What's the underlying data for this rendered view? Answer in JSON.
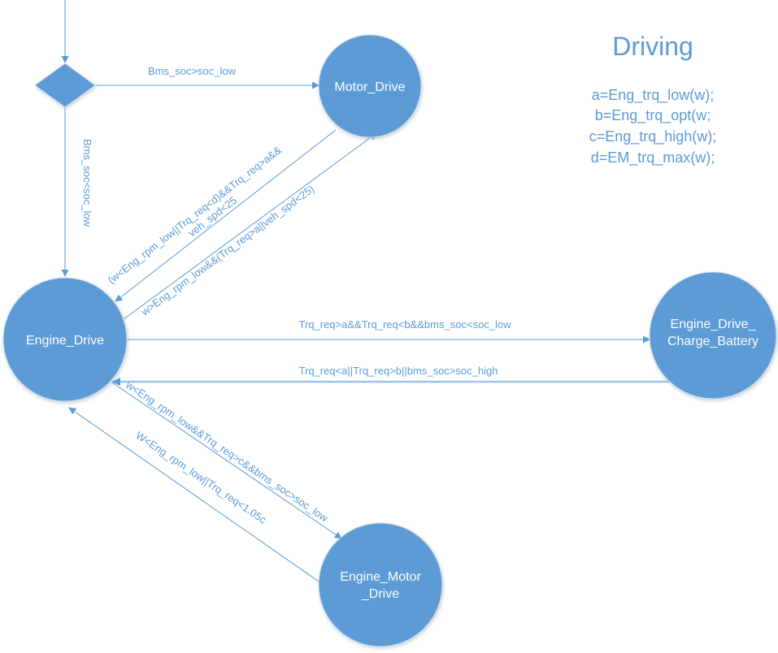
{
  "diagram": {
    "title": "Driving",
    "definitions": [
      "a=Eng_trq_low(w);",
      "b=Eng_trq_opt(w;",
      "c=Eng_trq_high(w);",
      "d=EM_trq_max(w);"
    ],
    "colors": {
      "node_fill": "#5b9bd5",
      "edge": "#5b9bd5",
      "text": "#5b9bd5",
      "node_text": "#ffffff"
    },
    "decision": {
      "id": "start-decision",
      "shape": "diamond"
    },
    "states": [
      {
        "id": "motor-drive",
        "label_lines": [
          "Motor_Drive"
        ]
      },
      {
        "id": "engine-drive",
        "label_lines": [
          "Engine_Drive"
        ]
      },
      {
        "id": "engine-drive-charge-battery",
        "label_lines": [
          "Engine_Drive_",
          "Charge_Battery"
        ]
      },
      {
        "id": "engine-motor-drive",
        "label_lines": [
          "Engine_Motor",
          "_Drive"
        ]
      }
    ],
    "transitions": [
      {
        "from": "start-decision",
        "to": "motor-drive",
        "label_lines": [
          "Bms_soc>soc_low"
        ]
      },
      {
        "from": "start-decision",
        "to": "engine-drive",
        "label_lines": [
          "Bms_soc<soc_low"
        ]
      },
      {
        "from": "motor-drive",
        "to": "engine-drive",
        "label_lines": [
          "(w<Eng_rpm_low||Trq_req<d)&&Trq_req>a&&",
          "veh_spd<25"
        ]
      },
      {
        "from": "engine-drive",
        "to": "motor-drive",
        "label_lines": [
          "w>Eng_rpm_low&&(Trq_req>a||veh_spd<25)"
        ]
      },
      {
        "from": "engine-drive",
        "to": "engine-drive-charge-battery",
        "label_lines": [
          "Trq_req>a&&Trq_req<b&&bms_soc<soc_low"
        ]
      },
      {
        "from": "engine-drive-charge-battery",
        "to": "engine-drive",
        "label_lines": [
          "Trq_req<a||Trq_req>b||bms_soc>soc_high"
        ]
      },
      {
        "from": "engine-drive",
        "to": "engine-motor-drive",
        "label_lines": [
          "w<Eng_rpm_low&&Trq_req>c&&bms_soc>soc_low"
        ]
      },
      {
        "from": "engine-motor-drive",
        "to": "engine-drive",
        "label_lines": [
          "W<Eng_rpm_low||Trq_req<1.05c"
        ]
      }
    ]
  }
}
